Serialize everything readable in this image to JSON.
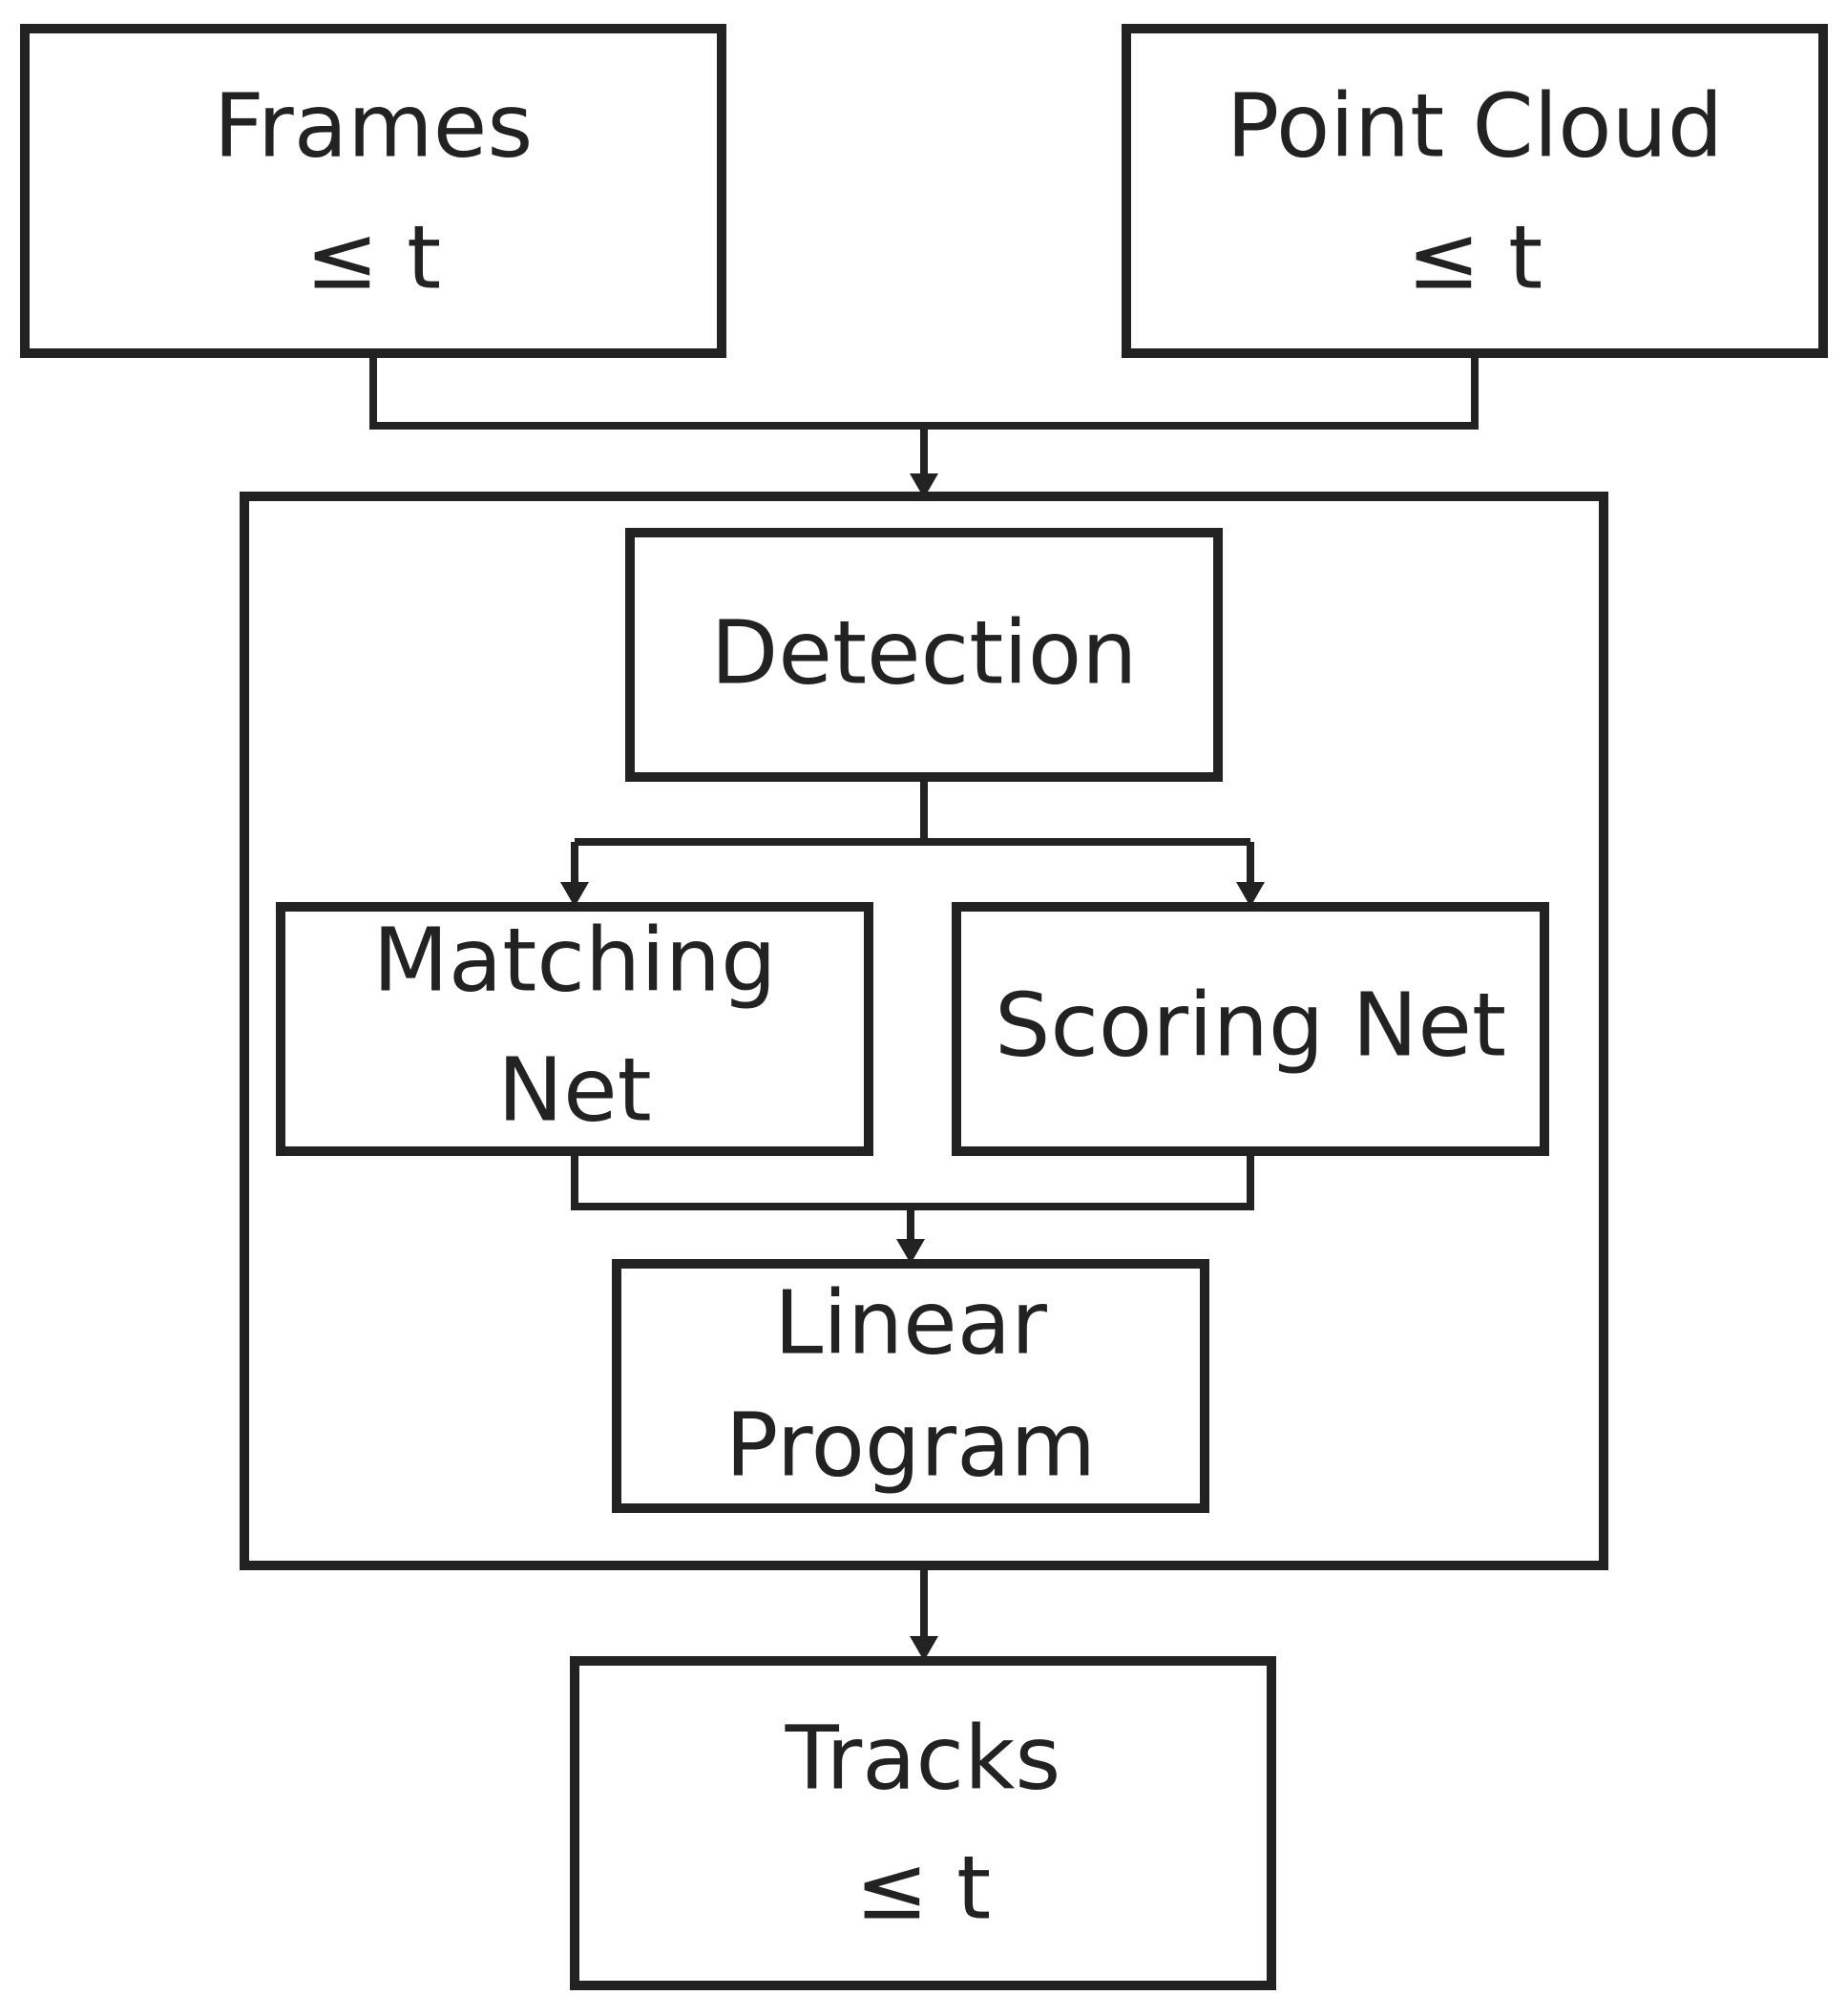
{
  "diagram": {
    "inputs": {
      "frames": {
        "line1": "Frames",
        "line2": "≤ t"
      },
      "point_cloud": {
        "line1": "Point Cloud",
        "line2": "≤ t"
      }
    },
    "pipeline": {
      "detection": {
        "label": "Detection"
      },
      "matching_net": {
        "line1": "Matching",
        "line2": "Net"
      },
      "scoring_net": {
        "label": "Scoring Net"
      },
      "linear_program": {
        "line1": "Linear",
        "line2": "Program"
      }
    },
    "output": {
      "tracks": {
        "line1": "Tracks",
        "line2": "≤ t"
      }
    },
    "colors": {
      "stroke": "#222222",
      "background": "#ffffff",
      "text": "#222222"
    }
  }
}
